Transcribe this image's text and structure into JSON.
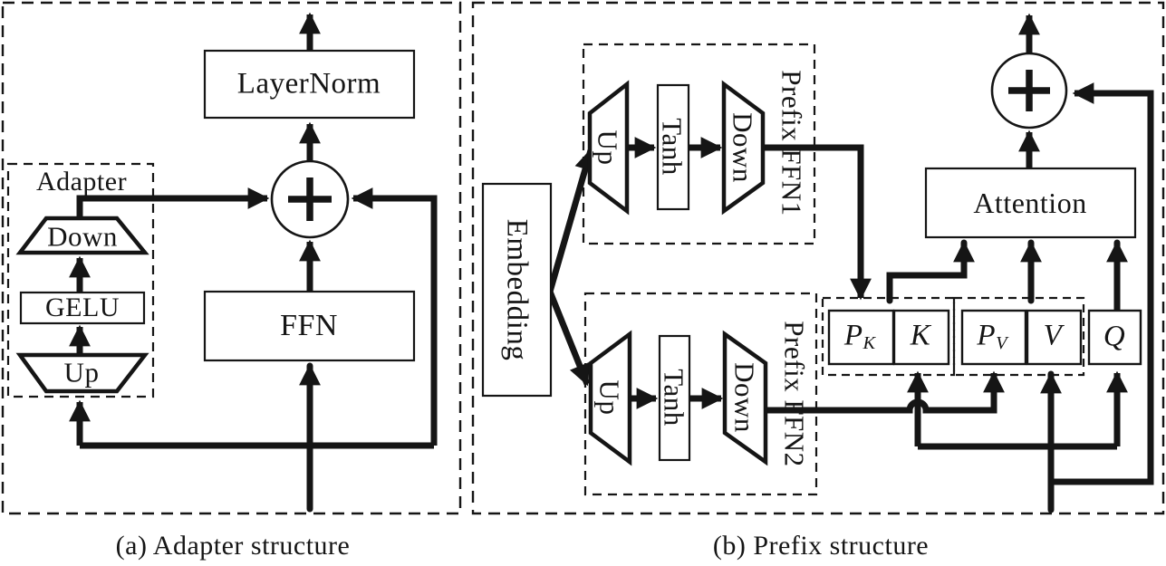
{
  "colors": {
    "ink": "#151515",
    "background": "#ffffff"
  },
  "icons": {
    "plus_circle": "+"
  },
  "panel_a": {
    "caption": "(a) Adapter structure",
    "layernorm": "LayerNorm",
    "ffn": "FFN",
    "adapter": "Adapter",
    "down": "Down",
    "gelu": "GELU",
    "up": "Up"
  },
  "panel_b": {
    "caption": "(b) Prefix structure",
    "embedding": "Embedding",
    "prefix_ffn1": {
      "up": "Up",
      "tanh": "Tanh",
      "down": "Down",
      "label": "Prefix FFN1"
    },
    "prefix_ffn2": {
      "up": "Up",
      "tanh": "Tanh",
      "down": "Down",
      "label": "Prefix FFN2"
    },
    "attention": "Attention",
    "kv": {
      "pk_main": "P",
      "pk_sub": "K",
      "k": "K",
      "pv_main": "P",
      "pv_sub": "V",
      "v": "V",
      "q": "Q"
    }
  }
}
